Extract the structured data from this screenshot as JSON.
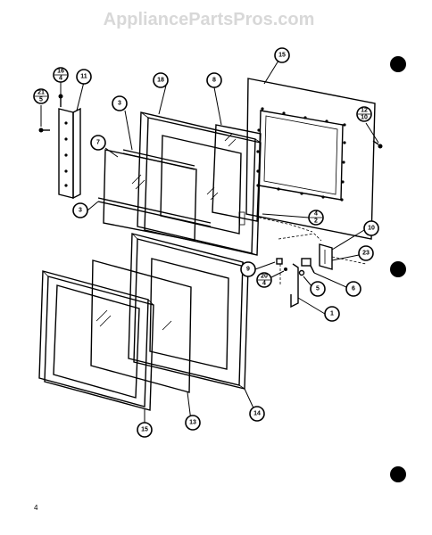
{
  "watermark": "AppliancePartsPros.com",
  "page_number": "4",
  "callouts": {
    "c15_top": "15",
    "c18": "18",
    "c8": "8",
    "c11": "11",
    "c16": "16",
    "c4_top": "4",
    "c21": "21",
    "c5": "5",
    "c3_top": "3",
    "c7": "7",
    "c3_bottom": "3",
    "c12": "12",
    "c10_side": "10",
    "c4_mid": "4",
    "c2": "2",
    "c10": "10",
    "c9": "9",
    "c20": "20",
    "c4_small": "4",
    "c23": "23",
    "c5_low": "5",
    "c6_low": "6",
    "c1": "1",
    "c14": "14",
    "c13": "13",
    "c15_bottom": "15"
  }
}
